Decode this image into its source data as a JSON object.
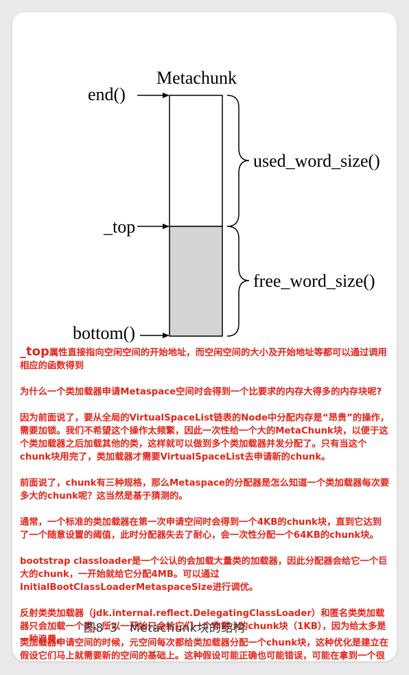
{
  "diagram": {
    "title": "Metachunk",
    "pointers": {
      "end": "end()",
      "top": "_top",
      "bottom": "bottom()"
    },
    "braces": {
      "used": "used_word_size()",
      "free": "free_word_size()"
    }
  },
  "notes": {
    "n1_lead": "_top",
    "n1_rest": "属性直接指向空闲空间的开始地址，而空闲空间的大小及开始地址等都可以通过调用相应的函数得到",
    "n2": "为什么一个类加载器申请Metaspace空间时会得到一个比要求的内存大得多的内存块呢?",
    "n3": "因为前面说了，要从全局的VirtualSpaceList链表的Node中分配内存是“昂贵”的操作，需要加锁。我们不希望这个操作太频繁，因此一次性给一个大的MetaChunk块，以便于这个类加载器之后加载其他的类，这样就可以做到多个类加载器并发分配了。只有当这个chunk块用完了，类加载器才需要VirtualSpaceList去申请新的chunk。",
    "n4": "前面说了，chunk有三种规格，那么Metaspace的分配器是怎么知道一个类加载器每次要多大的chunk呢？这当然是基于猜测的。",
    "n5": "通常，一个标准的类加载器在第一次申请空间时会得到一个4KB的chunk块，直到它达到了一个随意设置的阈值，此时分配器失去了耐心，会一次性分配一个64KB的chunk块。",
    "n6": "bootstrap classloader是一个公认的会加载大量类的加载器，因此分配器会给它一个巨大的chunk，一开始就给它分配4MB。可以通过InitialBootClassLoaderMetaspaceSize进行调优。",
    "n7": "反射类类加载器（jdk.internal.reflect.DelegatingClassLoader）和匿名类类加载器只会加载一个类，所以一开始只会给它们一个非常小的chunk块（1KB），因为给太多是一种浪费。",
    "n8": "类加载器申请空间的时候，元空间每次都给类加载器分配一个chunk块，这种优化是建立在假设它们马上就需要新的空间的基础上。这种假设可能正确也可能错误，可能在拿到一个很大的chunk后，这个类加载器恰巧不再需要加载新的类了。"
  },
  "caption": {
    "fig": "图8–3",
    "title": "Metachunk块的结构"
  },
  "colors": {
    "note_text": "#e3261b",
    "free_fill": "#d4d4d4",
    "card_bg": "#ffffff",
    "page_bg": "#e9e9ec"
  }
}
